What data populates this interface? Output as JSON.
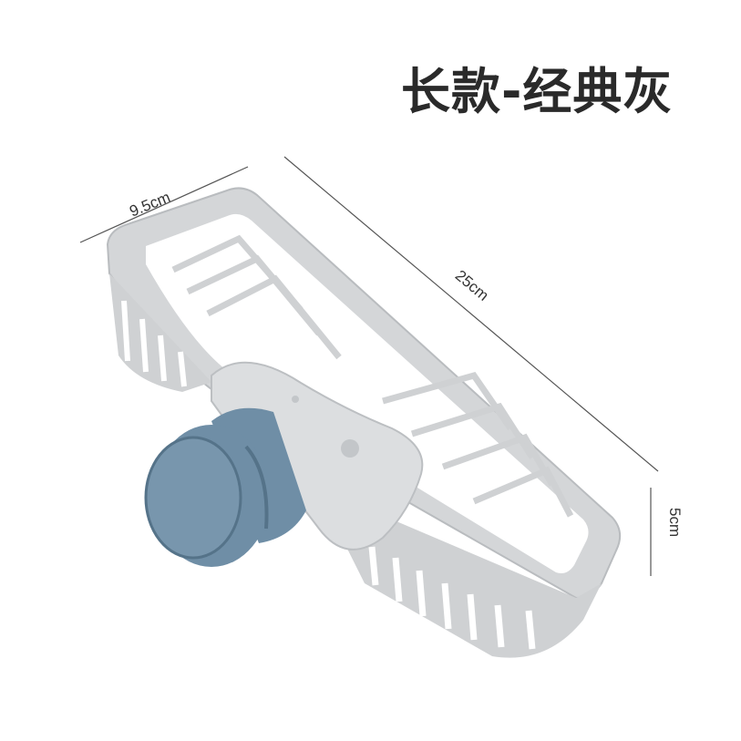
{
  "title": "长款-经典灰",
  "dimensions": {
    "width": "9.5cm",
    "length": "25cm",
    "height": "5cm"
  },
  "colors": {
    "basket": "#cfd1d3",
    "basket_shade": "#b9bcbf",
    "clamp": "#6f8ea6",
    "clamp_dark": "#557389",
    "dim_line": "#555555",
    "title_text": "#2a2a2a"
  }
}
